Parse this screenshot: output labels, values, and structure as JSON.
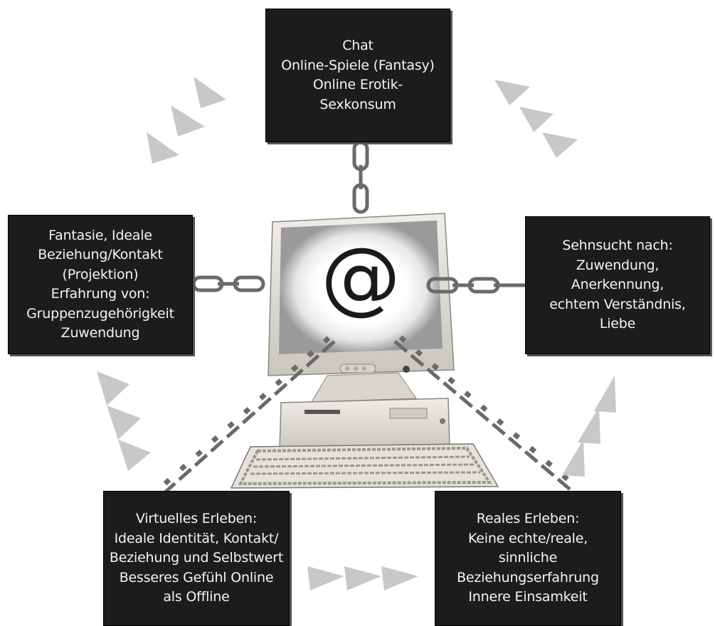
{
  "center": {
    "symbol": "@"
  },
  "boxes": {
    "top": [
      "Chat",
      "Online-Spiele (Fantasy)",
      "Online Erotik-",
      "Sexkonsum"
    ],
    "left": [
      "Fantasie, Ideale",
      "Beziehung/Kontakt",
      "(Projektion)",
      "Erfahrung von:",
      "Gruppenzugehörigkeit",
      "Zuwendung"
    ],
    "right": [
      "Sehnsucht nach:",
      "Zuwendung,",
      "Anerkennung,",
      "echtem Verständnis,",
      "Liebe"
    ],
    "bottom_left": [
      "Virtuelles Erleben:",
      "Ideale Identität, Kontakt/",
      "Beziehung und Selbstwert",
      "Besseres Gefühl Online",
      "als Offline"
    ],
    "bottom_right": [
      "Reales Erleben:",
      "Keine echte/reale,",
      "sinnliche",
      "Beziehungserfahrung",
      "Innere Einsamkeit"
    ]
  },
  "colors": {
    "box_fill": "#1c1c1c",
    "box_text": "#f4f4f4",
    "arrow": "#c8c8c8",
    "chain": "#6a6a6a",
    "computer": "#e8e6de",
    "screen_glow": "#ffffff"
  },
  "icons": {
    "center": "computer-monitor-icon",
    "links": "chain-icon",
    "flow": "triangle-arrow-icon"
  }
}
